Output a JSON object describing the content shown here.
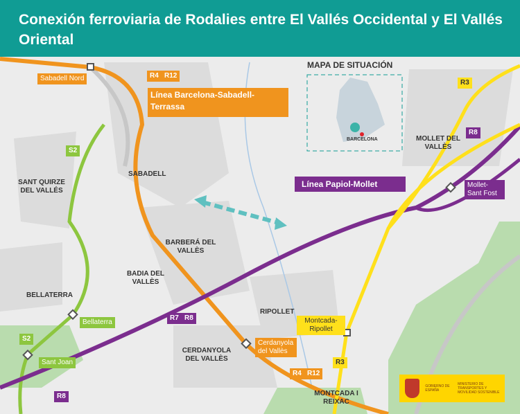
{
  "title": "Conexión ferroviaria de Rodalies entre El Vallés Occidental y El Vallés Oriental",
  "inset": {
    "title": "MAPA DE SITUACIÓN",
    "city": "BARCELONA"
  },
  "lines": {
    "bst": "Línea Barcelona-Sabadell-Terrassa",
    "pm": "Línea Papiol-Mollet"
  },
  "towns": [
    "SABADELL",
    "SANT QUIRZE DEL VALLÉS",
    "BARBERÁ DEL VALLÈS",
    "BADIA DEL VALLÈS",
    "BELLATERRA",
    "RIPOLLET",
    "CERDANYOLA DEL VALLÈS",
    "MONTCADA I REIXAC",
    "MOLLET DEL VALLÈS"
  ],
  "stations": [
    "Sabadell Nord",
    "Bellaterra",
    "Sant Joan",
    "Cerdanyola del Vallès",
    "Montcada-Ripollet",
    "Mollet-Sant Fost"
  ],
  "routes": {
    "r4": "R4",
    "r12": "R12",
    "r3": "R3",
    "r8": "R8",
    "r7": "R7",
    "s2": "S2"
  },
  "logo": {
    "gov": "GOBIERNO DE ESPAÑA",
    "min": "MINISTERIO DE TRANSPORTES Y MOVILIDAD SOSTENIBLE"
  },
  "colors": {
    "header": "#109c94",
    "orange": "#f0941e",
    "green": "#8dc63f",
    "purple": "#7b2d8e",
    "yellow": "#ffe01b"
  }
}
